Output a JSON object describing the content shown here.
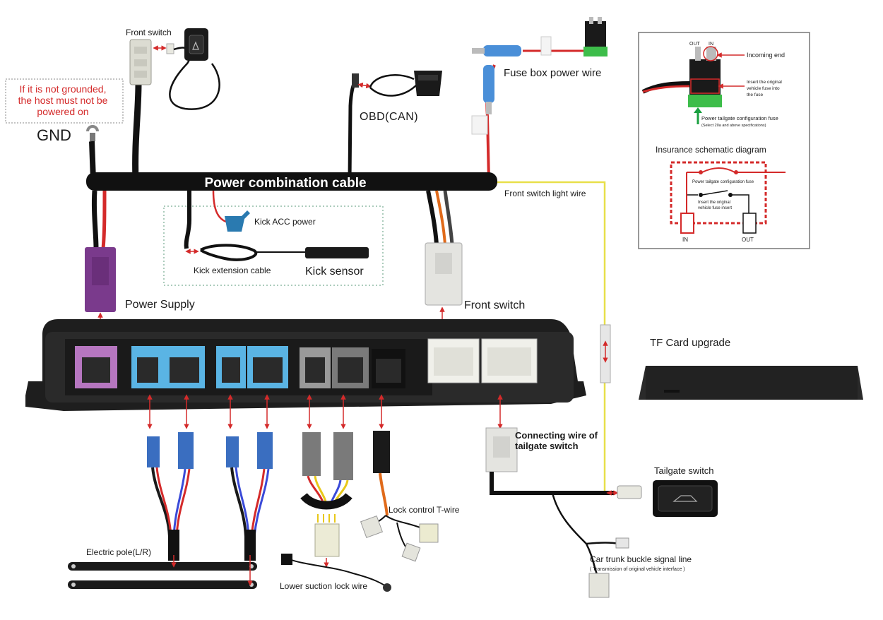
{
  "labels": {
    "front_switch_top": "Front switch",
    "ground_warning_1": "If it is not grounded,",
    "ground_warning_2": "the host must not be",
    "ground_warning_3": "powered on",
    "gnd": "GND",
    "obd": "OBD(CAN)",
    "fuse_box_power_wire": "Fuse box power wire",
    "power_combination_cable": "Power combination cable",
    "front_switch_light_wire": "Front switch light wire",
    "kick_acc_power": "Kick ACC power",
    "kick_extension_cable": "Kick extension cable",
    "kick_sensor": "Kick sensor",
    "power_supply": "Power Supply",
    "front_switch": "Front switch",
    "tf_card_upgrade": "TF Card upgrade",
    "connecting_wire_1": "Connecting wire of",
    "connecting_wire_2": "tailgate switch",
    "tailgate_switch": "Tailgate switch",
    "lock_control_t_wire": "Lock control T-wire",
    "electric_pole": "Electric pole(L/R)",
    "lower_suction_lock_wire": "Lower suction lock wire",
    "car_trunk_buckle": "Car trunk buckle signal line",
    "transmission_note": "( Transmission of original vehicle interface )"
  },
  "inset": {
    "out": "OUT",
    "in": "IN",
    "incoming_end": "Incoming end",
    "insert_original_1": "Insert the original",
    "insert_original_2": "vehicle fuse into",
    "insert_original_3": "the fuse",
    "config_fuse": "Power tailgate configuration fuse",
    "config_fuse_note": "(Select 20a and above specifications)",
    "schematic_title": "Insurance schematic diagram",
    "schem_config_fuse": "Power tailgate configuration fuse",
    "schem_insert_1": "Insert the original",
    "schem_insert_2": "vehicle fuse insert",
    "schem_in": "IN",
    "schem_out": "OUT"
  },
  "colors": {
    "accent_red": "#d42a2a",
    "cable_black": "#111111",
    "purple": "#7a3a8c",
    "blue": "#4aa3d8",
    "grey": "#8a8a8a",
    "yellow": "#e8e04a"
  }
}
